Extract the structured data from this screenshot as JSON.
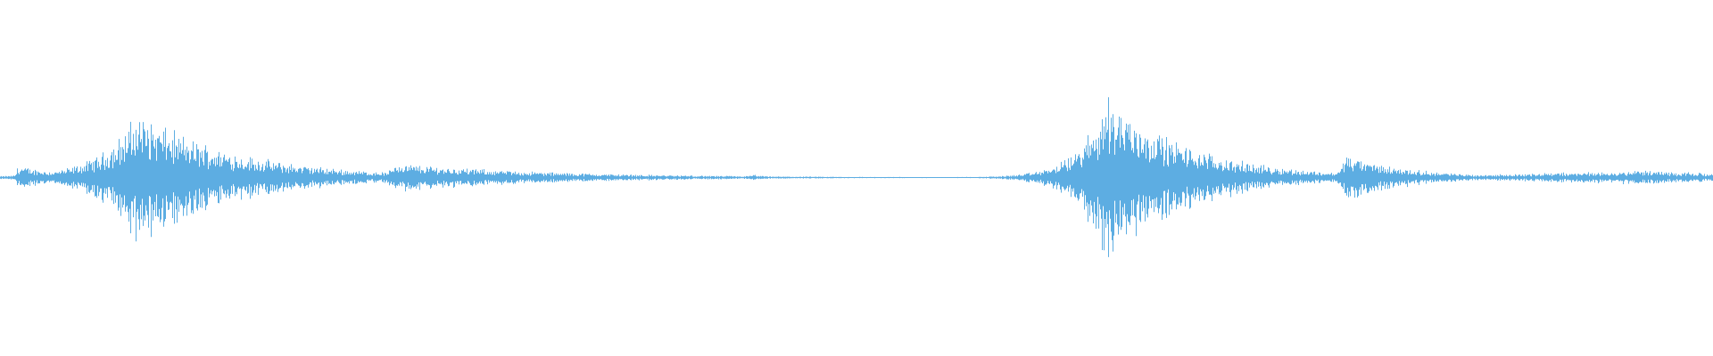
{
  "waveform": {
    "color": "#5dade2",
    "background": "#ffffff",
    "bursts": [
      {
        "position": 0.01,
        "peak": 0.08
      },
      {
        "position": 0.08,
        "peak": 0.45
      },
      {
        "position": 0.23,
        "peak": 0.1
      },
      {
        "position": 0.44,
        "peak": 0.02
      },
      {
        "position": 0.646,
        "peak": 0.58
      },
      {
        "position": 0.785,
        "peak": 0.16
      },
      {
        "position": 0.965,
        "peak": 0.05
      }
    ]
  }
}
